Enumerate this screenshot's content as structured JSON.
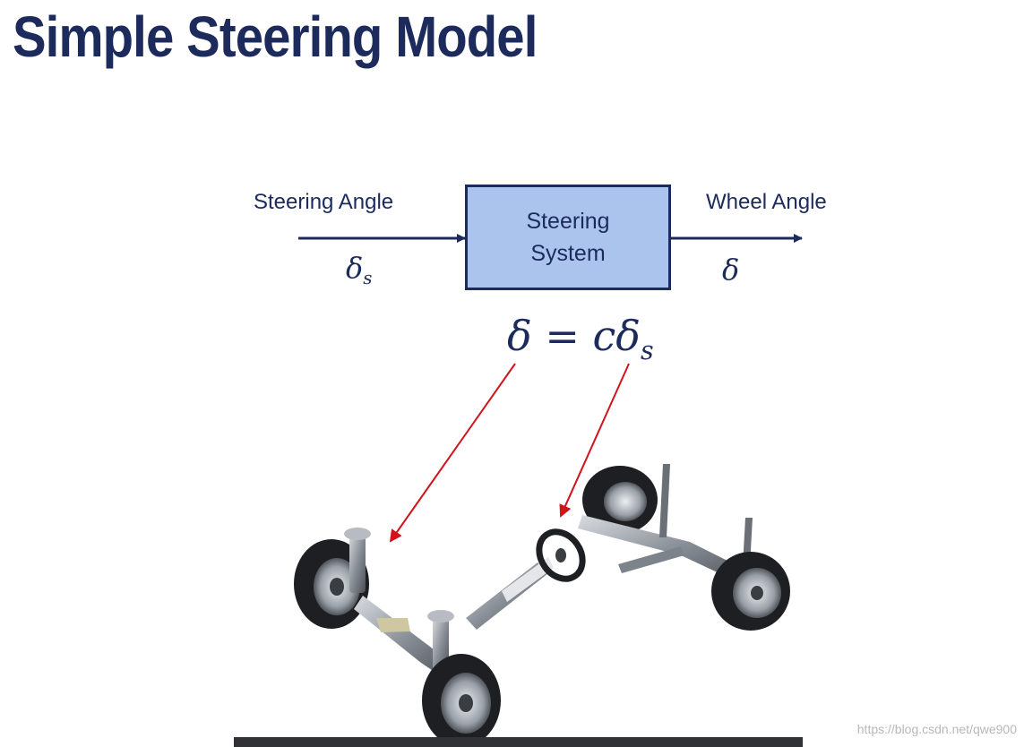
{
  "title": "Simple Steering Model",
  "diagram": {
    "input_label": "Steering Angle",
    "input_symbol": "δ",
    "input_subscript": "s",
    "box_line1": "Steering",
    "box_line2": "System",
    "output_label": "Wheel Angle",
    "output_symbol": "δ"
  },
  "equation": {
    "lhs": "δ",
    "eq": " = ",
    "coef": "c",
    "rhs": "δ",
    "rhs_subscript": "s"
  },
  "watermark": "https://blog.csdn.net/qwe900",
  "colors": {
    "title": "#1c2a5c",
    "box_fill": "#aac4ee",
    "arrow_red": "#d0131c"
  }
}
